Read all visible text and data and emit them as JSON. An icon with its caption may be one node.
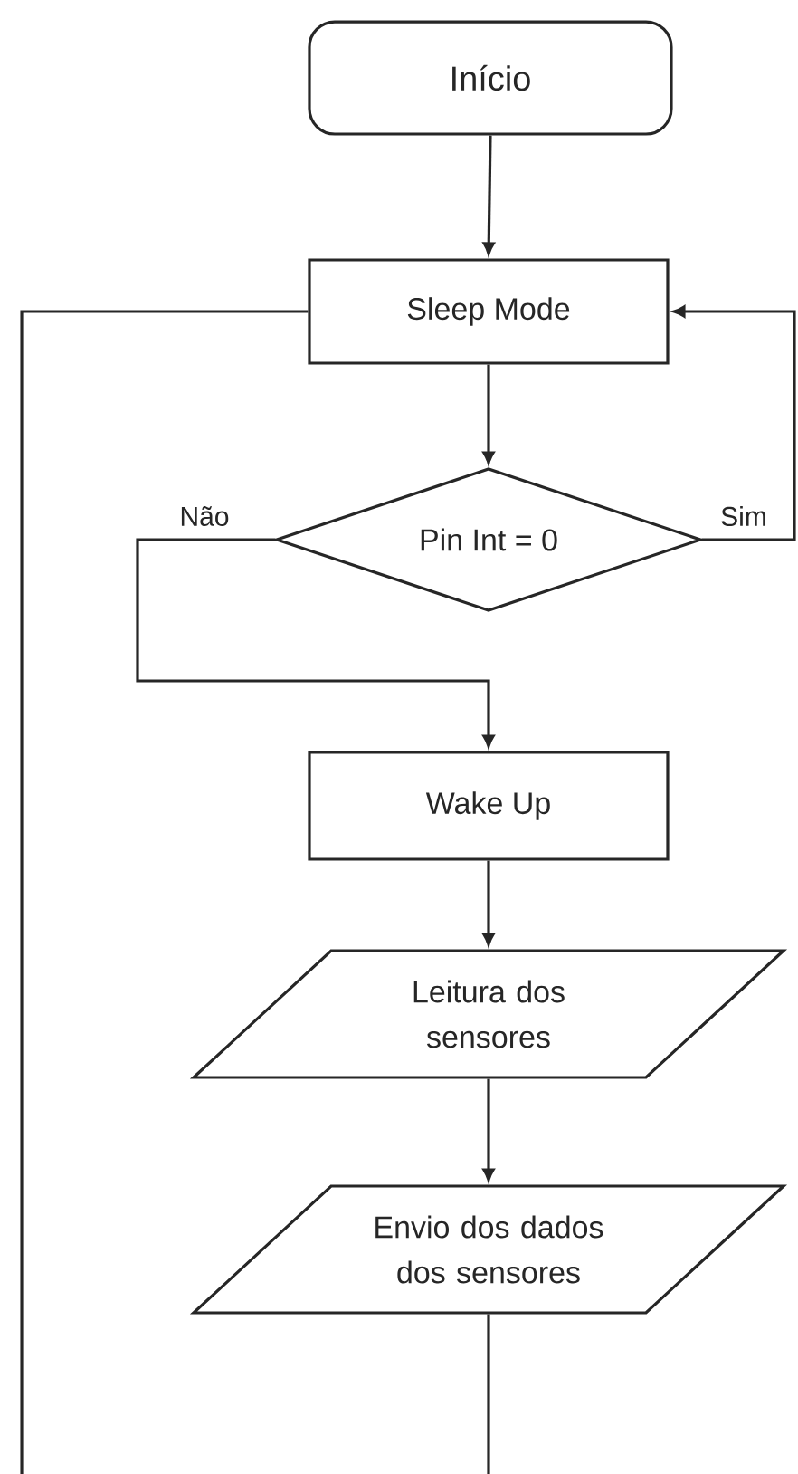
{
  "diagram": {
    "nodes": [
      {
        "text": [
          "Início"
        ]
      },
      {
        "text": [
          "Sleep Mode"
        ]
      },
      {
        "text": [
          "Pin Int = 0"
        ]
      },
      {
        "text": [
          "Wake Up"
        ]
      },
      {
        "text": [
          "Leitura dos sensores"
        ]
      },
      {
        "text": [
          "Envio dos dados dos sensores"
        ]
      }
    ],
    "edges": [
      {
        "from": 0,
        "to": 1,
        "arrow": "to"
      },
      {
        "from": 1,
        "to": 2,
        "arrow": "to"
      },
      {
        "from": 2,
        "to": 3,
        "arrow": "to",
        "label": "Não"
      },
      {
        "from": 2,
        "to": 1,
        "arrow": "to",
        "label": "Sim"
      },
      {
        "from": 3,
        "to": 4,
        "arrow": "to"
      },
      {
        "from": 4,
        "to": 5,
        "arrow": "to"
      },
      {
        "from": 5,
        "to": null,
        "arrow": "none"
      },
      {
        "from": 1,
        "to": null,
        "arrow": "none"
      }
    ]
  }
}
